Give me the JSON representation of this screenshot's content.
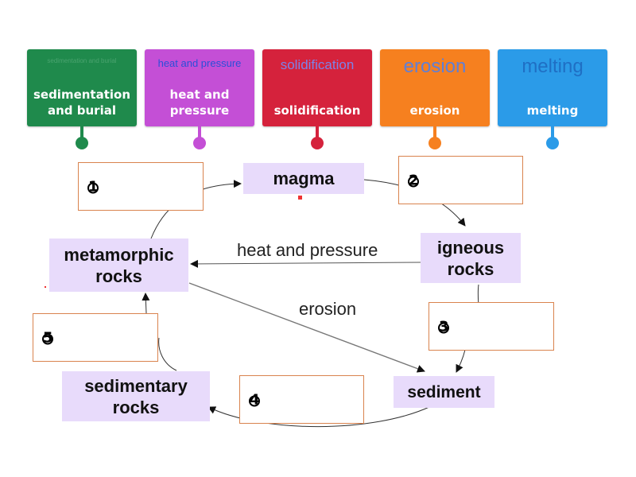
{
  "tiles": [
    {
      "small": "sedimentation and burial",
      "big": "sedimentation and burial",
      "color": "#1f8a4c"
    },
    {
      "small": "heat and pressure",
      "big": "heat and pressure",
      "color": "#c44fd6"
    },
    {
      "small": "solidification",
      "big": "solidification",
      "color": "#d5223c"
    },
    {
      "small": "erosion",
      "big": "erosion",
      "color": "#f6801f"
    },
    {
      "small": "melting",
      "big": "melting",
      "color": "#2b9be8"
    }
  ],
  "nodes": {
    "magma": "magma",
    "igneous": "igneous rocks",
    "metamorphic": "metamorphic rocks",
    "sediment": "sediment",
    "sedimentary": "sedimentary rocks"
  },
  "edge_labels": {
    "heat_pressure": "heat and pressure",
    "erosion": "erosion"
  },
  "slots": [
    {
      "number": "1"
    },
    {
      "number": "2"
    },
    {
      "number": "3"
    },
    {
      "number": "5"
    },
    {
      "number": "4"
    }
  ],
  "colors": {
    "node_fill": "#e8dbfb",
    "slot_border": "#d9834e",
    "arrow": "#222222"
  }
}
